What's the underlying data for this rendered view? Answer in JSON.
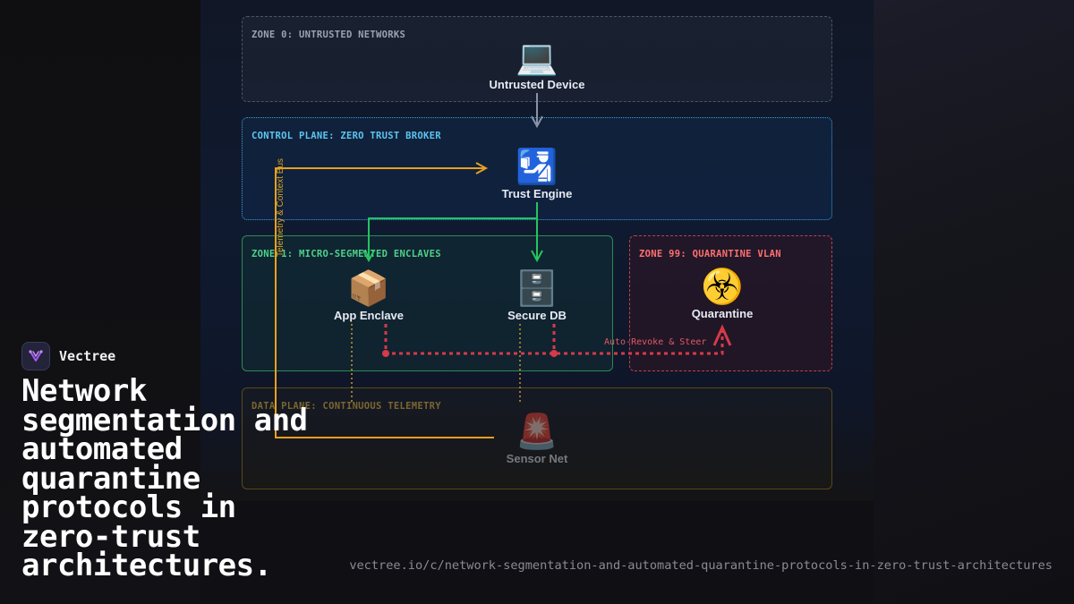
{
  "brand": {
    "name": "Vectree",
    "accent": "#a45cf0"
  },
  "title": "Network segmentation and automated quarantine protocols in zero-trust architectures.",
  "url": "vectree.io/c/network-segmentation-and-automated-quarantine-protocols-in-zero-trust-architectures",
  "diagram": {
    "zones": {
      "untrusted": "ZONE 0: UNTRUSTED NETWORKS",
      "control": "CONTROL PLANE: ZERO TRUST BROKER",
      "micro": "ZONE 1: MICRO-SEGMENTED ENCLAVES",
      "quarantine": "ZONE 99: QUARANTINE VLAN",
      "data": "DATA PLANE: CONTINUOUS TELEMETRY"
    },
    "nodes": {
      "device": {
        "icon": "💻",
        "icon_name": "laptop-icon",
        "label": "Untrusted Device"
      },
      "engine": {
        "icon": "🛂",
        "icon_name": "passport-control-icon",
        "label": "Trust Engine"
      },
      "app": {
        "icon": "📦",
        "icon_name": "package-icon",
        "label": "App Enclave"
      },
      "db": {
        "icon": "🗄️",
        "icon_name": "file-cabinet-icon",
        "label": "Secure DB"
      },
      "quarantine": {
        "icon": "☣️",
        "icon_name": "biohazard-icon",
        "label": "Quarantine"
      },
      "sensor": {
        "icon": "🚨",
        "icon_name": "siren-icon",
        "label": "Sensor Net"
      }
    },
    "edges": {
      "telemetry_bus": "Telemetry & Context Bus",
      "auto_revoke": "Auto-Revoke & Steer"
    },
    "colors": {
      "access": "#8a93a6",
      "grant": "#22c55e",
      "telemetry": "#e8a020",
      "revoke": "#d63a48"
    }
  }
}
